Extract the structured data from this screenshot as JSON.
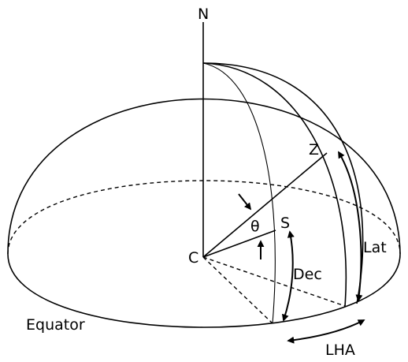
{
  "labels": {
    "north": "N",
    "zenith": "Z",
    "theta": "θ",
    "star": "S",
    "center": "C",
    "latitude": "Lat",
    "declination": "Dec",
    "equator": "Equator",
    "local_hour_angle": "LHA"
  },
  "colors": {
    "stroke": "#000000",
    "background": "#ffffff"
  }
}
